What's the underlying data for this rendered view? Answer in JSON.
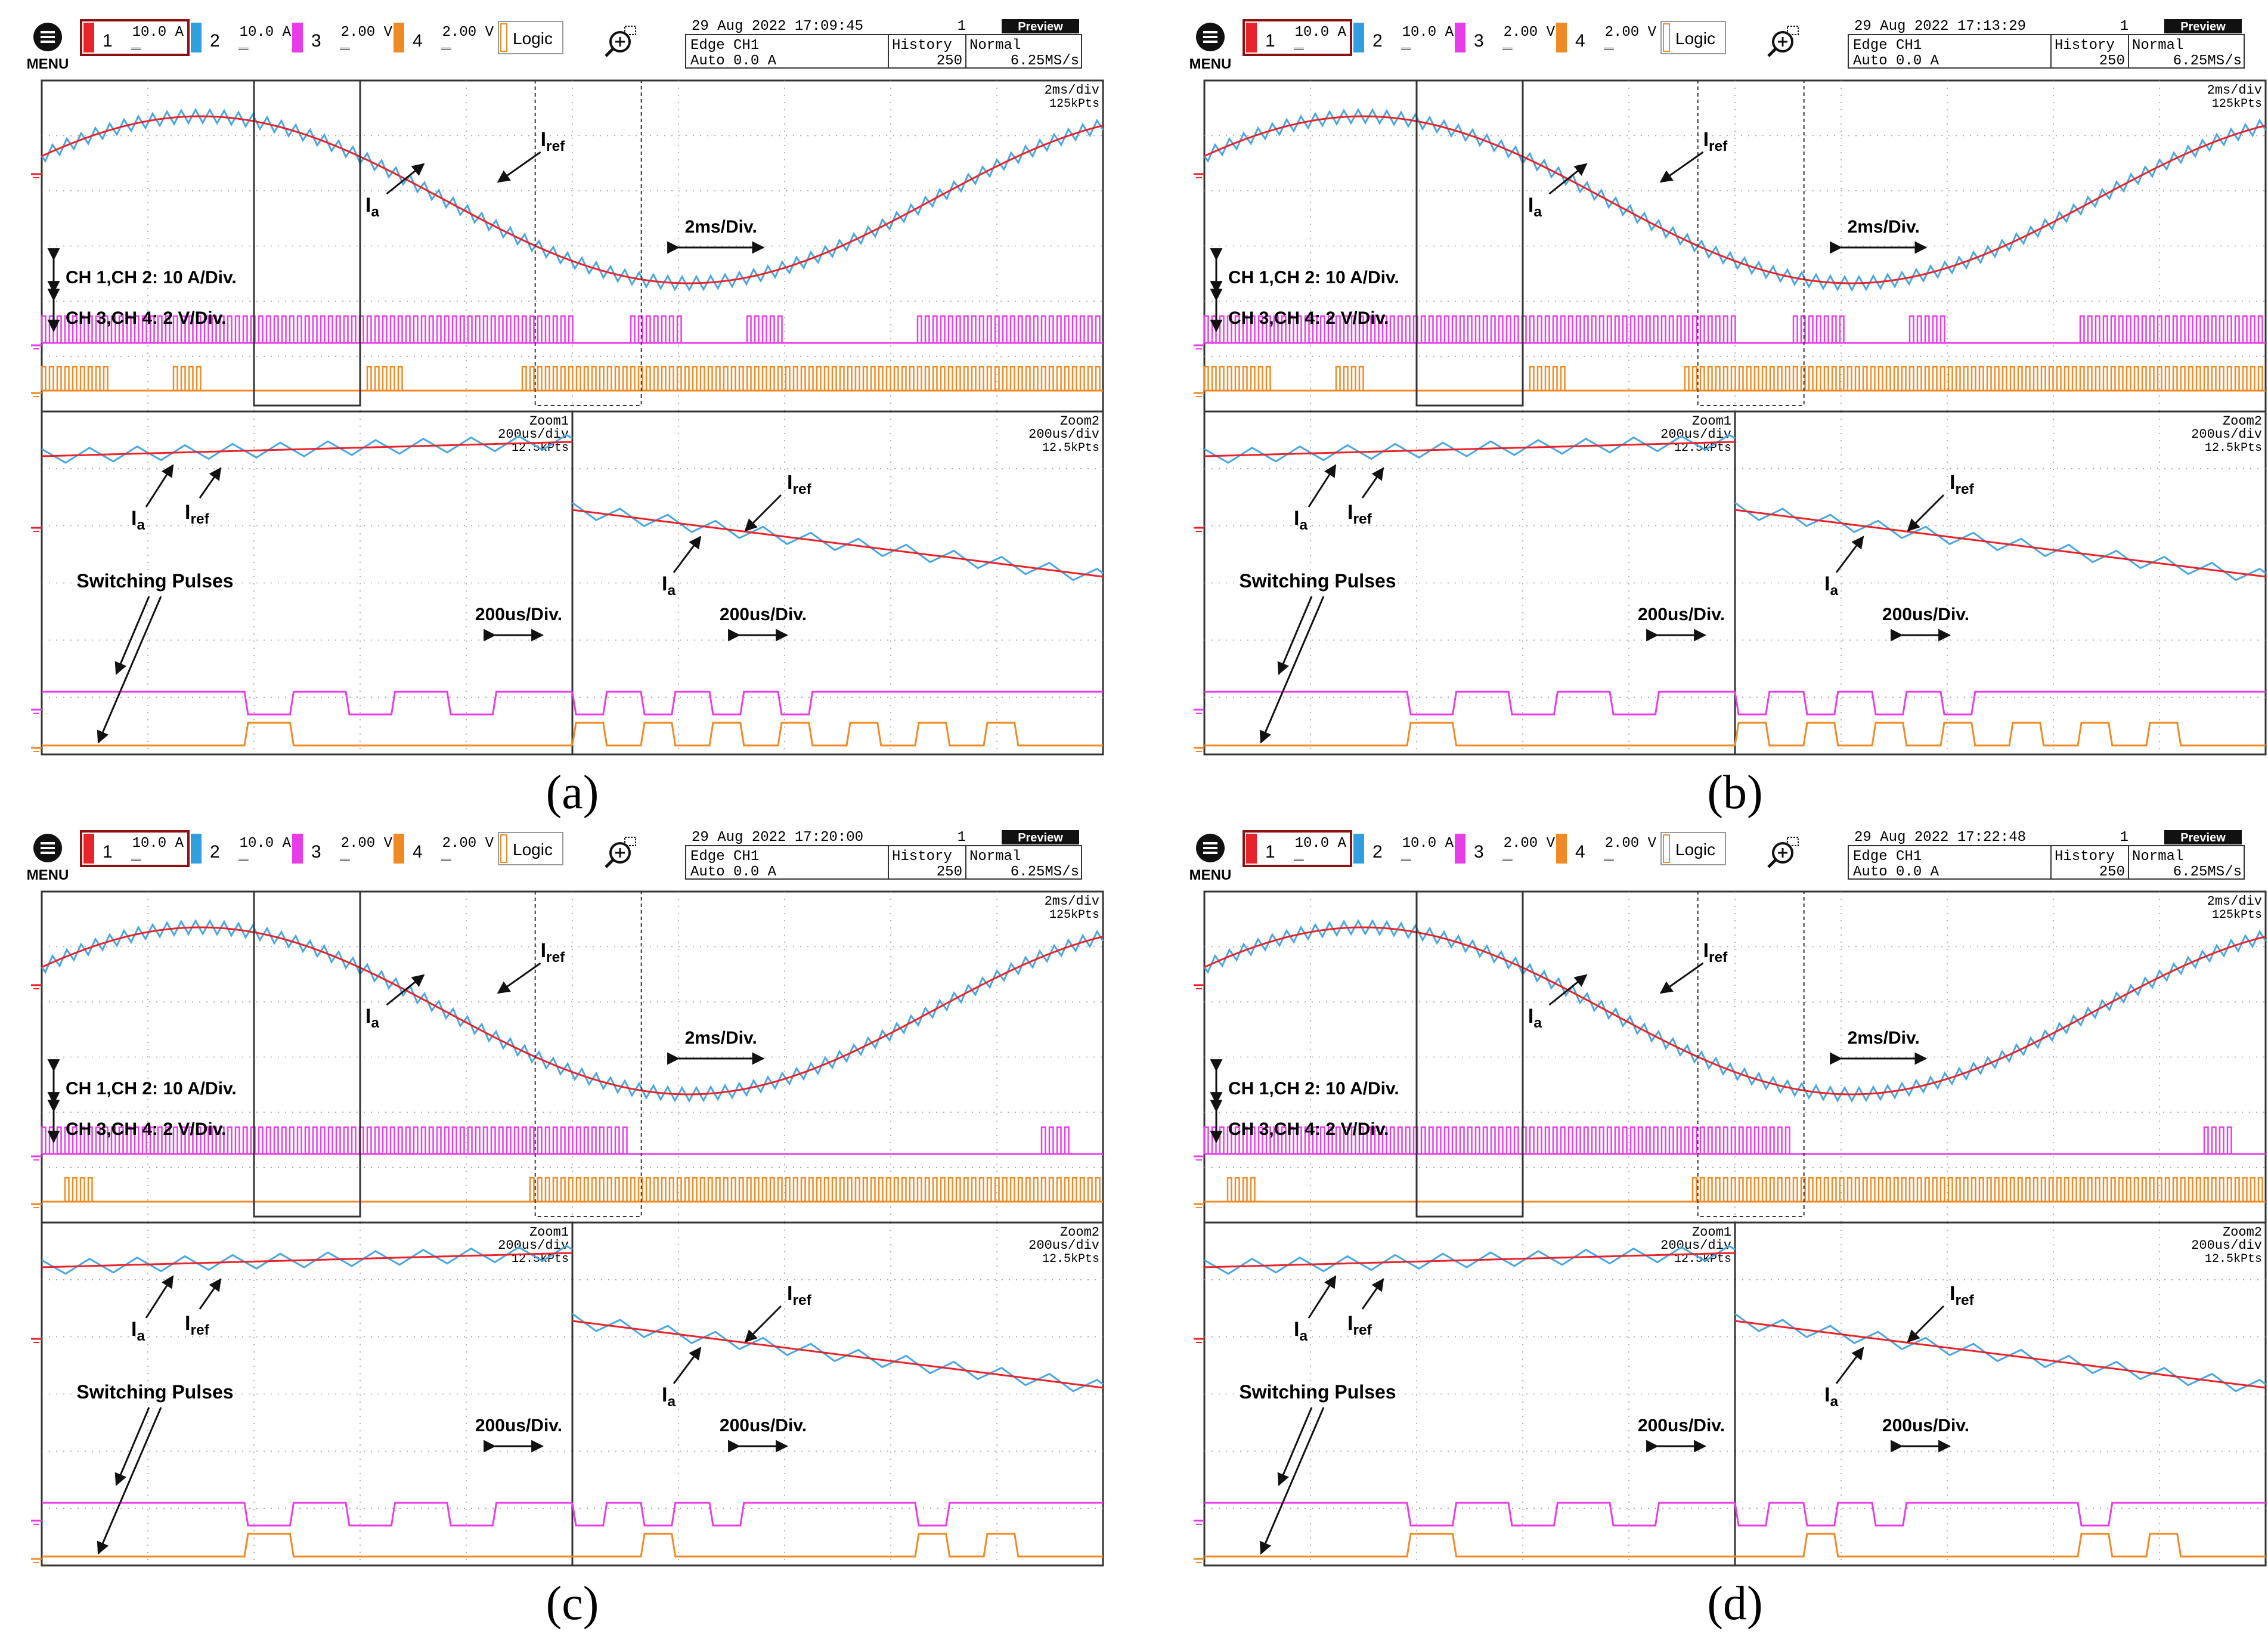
{
  "colors": {
    "ch1": "#e8232b",
    "ch2": "#2f9fe0",
    "ch3": "#e83ce8",
    "ch4": "#f08a24",
    "grid": "#9a9a9a",
    "ref": "#e8232b",
    "meas": "#4aa6e2"
  },
  "toolbar": {
    "menu_label": "MENU",
    "ch1_num": "1",
    "ch1_val": "10.0 A",
    "ch2_num": "2",
    "ch2_val": "10.0 A",
    "ch3_num": "3",
    "ch3_val": "2.00 V",
    "ch4_num": "4",
    "ch4_val": "2.00 V",
    "logic_label": "Logic",
    "zoom_icon": "zoom-icon",
    "trigger_line1": "Edge CH1",
    "trigger_line2": "Auto 0.0 A",
    "history_label": "History",
    "history_val": "250",
    "history_count": "1",
    "mode_label": "Normal",
    "rate": "6.25MS/s",
    "preview_label": "Preview"
  },
  "panels": [
    {
      "id": "a",
      "timestamp": "29 Aug 2022 17:09:45",
      "caption": "(a)",
      "main_timebase": "2ms/div",
      "main_points": "125kPts",
      "zoom1_label": "Zoom1",
      "zoom2_label": "Zoom2",
      "zoom_timebase": "200us/div",
      "zoom_points": "12.5kPts",
      "ann_iref": "I",
      "ann_iref_sub": "ref",
      "ann_ia": "I",
      "ann_ia_sub": "a",
      "ann_2ms": "2ms/Div.",
      "ann_200us": "200us/Div.",
      "ann_ch12": "CH 1,CH 2: 10 A/Div.",
      "ann_ch34": "CH 3,CH 4: 2 V/Div.",
      "ann_sw": "Switching Pulses"
    },
    {
      "id": "b",
      "timestamp": "29 Aug 2022 17:13:29",
      "caption": "(b)",
      "main_timebase": "2ms/div",
      "main_points": "125kPts",
      "zoom1_label": "Zoom1",
      "zoom2_label": "Zoom2",
      "zoom_timebase": "200us/div",
      "zoom_points": "12.5kPts",
      "ann_iref": "I",
      "ann_iref_sub": "ref",
      "ann_ia": "I",
      "ann_ia_sub": "a",
      "ann_2ms": "2ms/Div.",
      "ann_200us": "200us/Div.",
      "ann_ch12": "CH 1,CH 2: 10 A/Div.",
      "ann_ch34": "CH 3,CH 4: 2 V/Div.",
      "ann_sw": "Switching Pulses"
    },
    {
      "id": "c",
      "timestamp": "29 Aug 2022 17:20:00",
      "caption": "(c)",
      "main_timebase": "2ms/div",
      "main_points": "125kPts",
      "zoom1_label": "Zoom1",
      "zoom2_label": "Zoom2",
      "zoom_timebase": "200us/div",
      "zoom_points": "12.5kPts",
      "ann_iref": "I",
      "ann_iref_sub": "ref",
      "ann_ia": "I",
      "ann_ia_sub": "a",
      "ann_2ms": "2ms/Div.",
      "ann_200us": "200us/Div.",
      "ann_ch12": "CH 1,CH 2: 10 A/Div.",
      "ann_ch34": "CH 3,CH 4: 2 V/Div.",
      "ann_sw": "Switching Pulses"
    },
    {
      "id": "d",
      "timestamp": "29 Aug 2022 17:22:48",
      "caption": "(d)",
      "main_timebase": "2ms/div",
      "main_points": "125kPts",
      "zoom1_label": "Zoom1",
      "zoom2_label": "Zoom2",
      "zoom_timebase": "200us/div",
      "zoom_points": "12.5kPts",
      "ann_iref": "I",
      "ann_iref_sub": "ref",
      "ann_ia": "I",
      "ann_ia_sub": "a",
      "ann_2ms": "2ms/Div.",
      "ann_200us": "200us/Div.",
      "ann_ch12": "CH 1,CH 2: 10 A/Div.",
      "ann_ch34": "CH 3,CH 4: 2 V/Div.",
      "ann_sw": "Switching Pulses"
    }
  ],
  "chart_data": {
    "type": "line",
    "series": [
      {
        "name": "Iref",
        "description_channel": "CH1"
      },
      {
        "name": "Ia",
        "description_channel": "CH2"
      }
    ],
    "x_unit": "ms",
    "main_timebase_ms_per_div": 2,
    "zoom_timebase_us_per_div": 200
  }
}
